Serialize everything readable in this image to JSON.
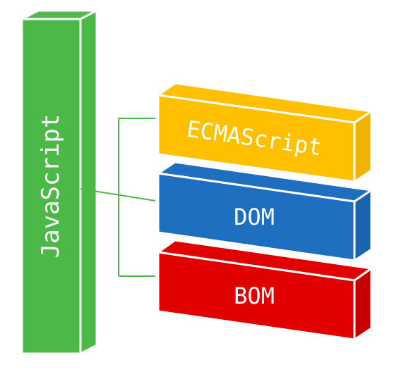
{
  "diagram": {
    "root": {
      "label": "JavaScript",
      "color": "#4cb848"
    },
    "components": [
      {
        "label": "ECMAScript",
        "color": "#ffc000"
      },
      {
        "label": "DOM",
        "color": "#1f6fc0"
      },
      {
        "label": "BOM",
        "color": "#e00000"
      }
    ],
    "connector_color": "#4cb848"
  }
}
